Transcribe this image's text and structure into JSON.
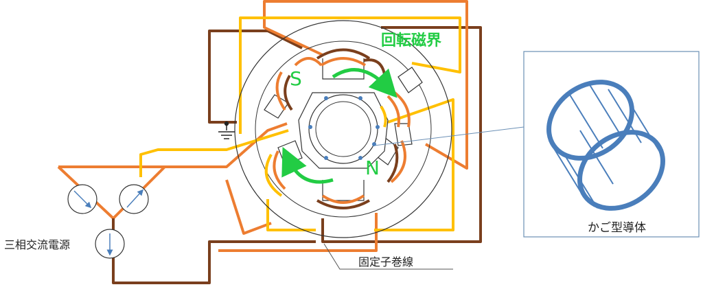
{
  "labels": {
    "rotating_field": "回転磁界",
    "pole_s": "S",
    "pole_n": "N",
    "power_source": "三相交流電源",
    "stator_winding": "固定子巻線",
    "cage_conductor": "かご型導体"
  },
  "colors": {
    "phase_brown": "#7a3f1d",
    "phase_orange": "#ed7d31",
    "phase_yellow": "#ffc000",
    "field_green": "#22cc44",
    "cage_blue": "#4a7ebb",
    "outline": "#333333",
    "inset_border": "#6a8fb5"
  }
}
